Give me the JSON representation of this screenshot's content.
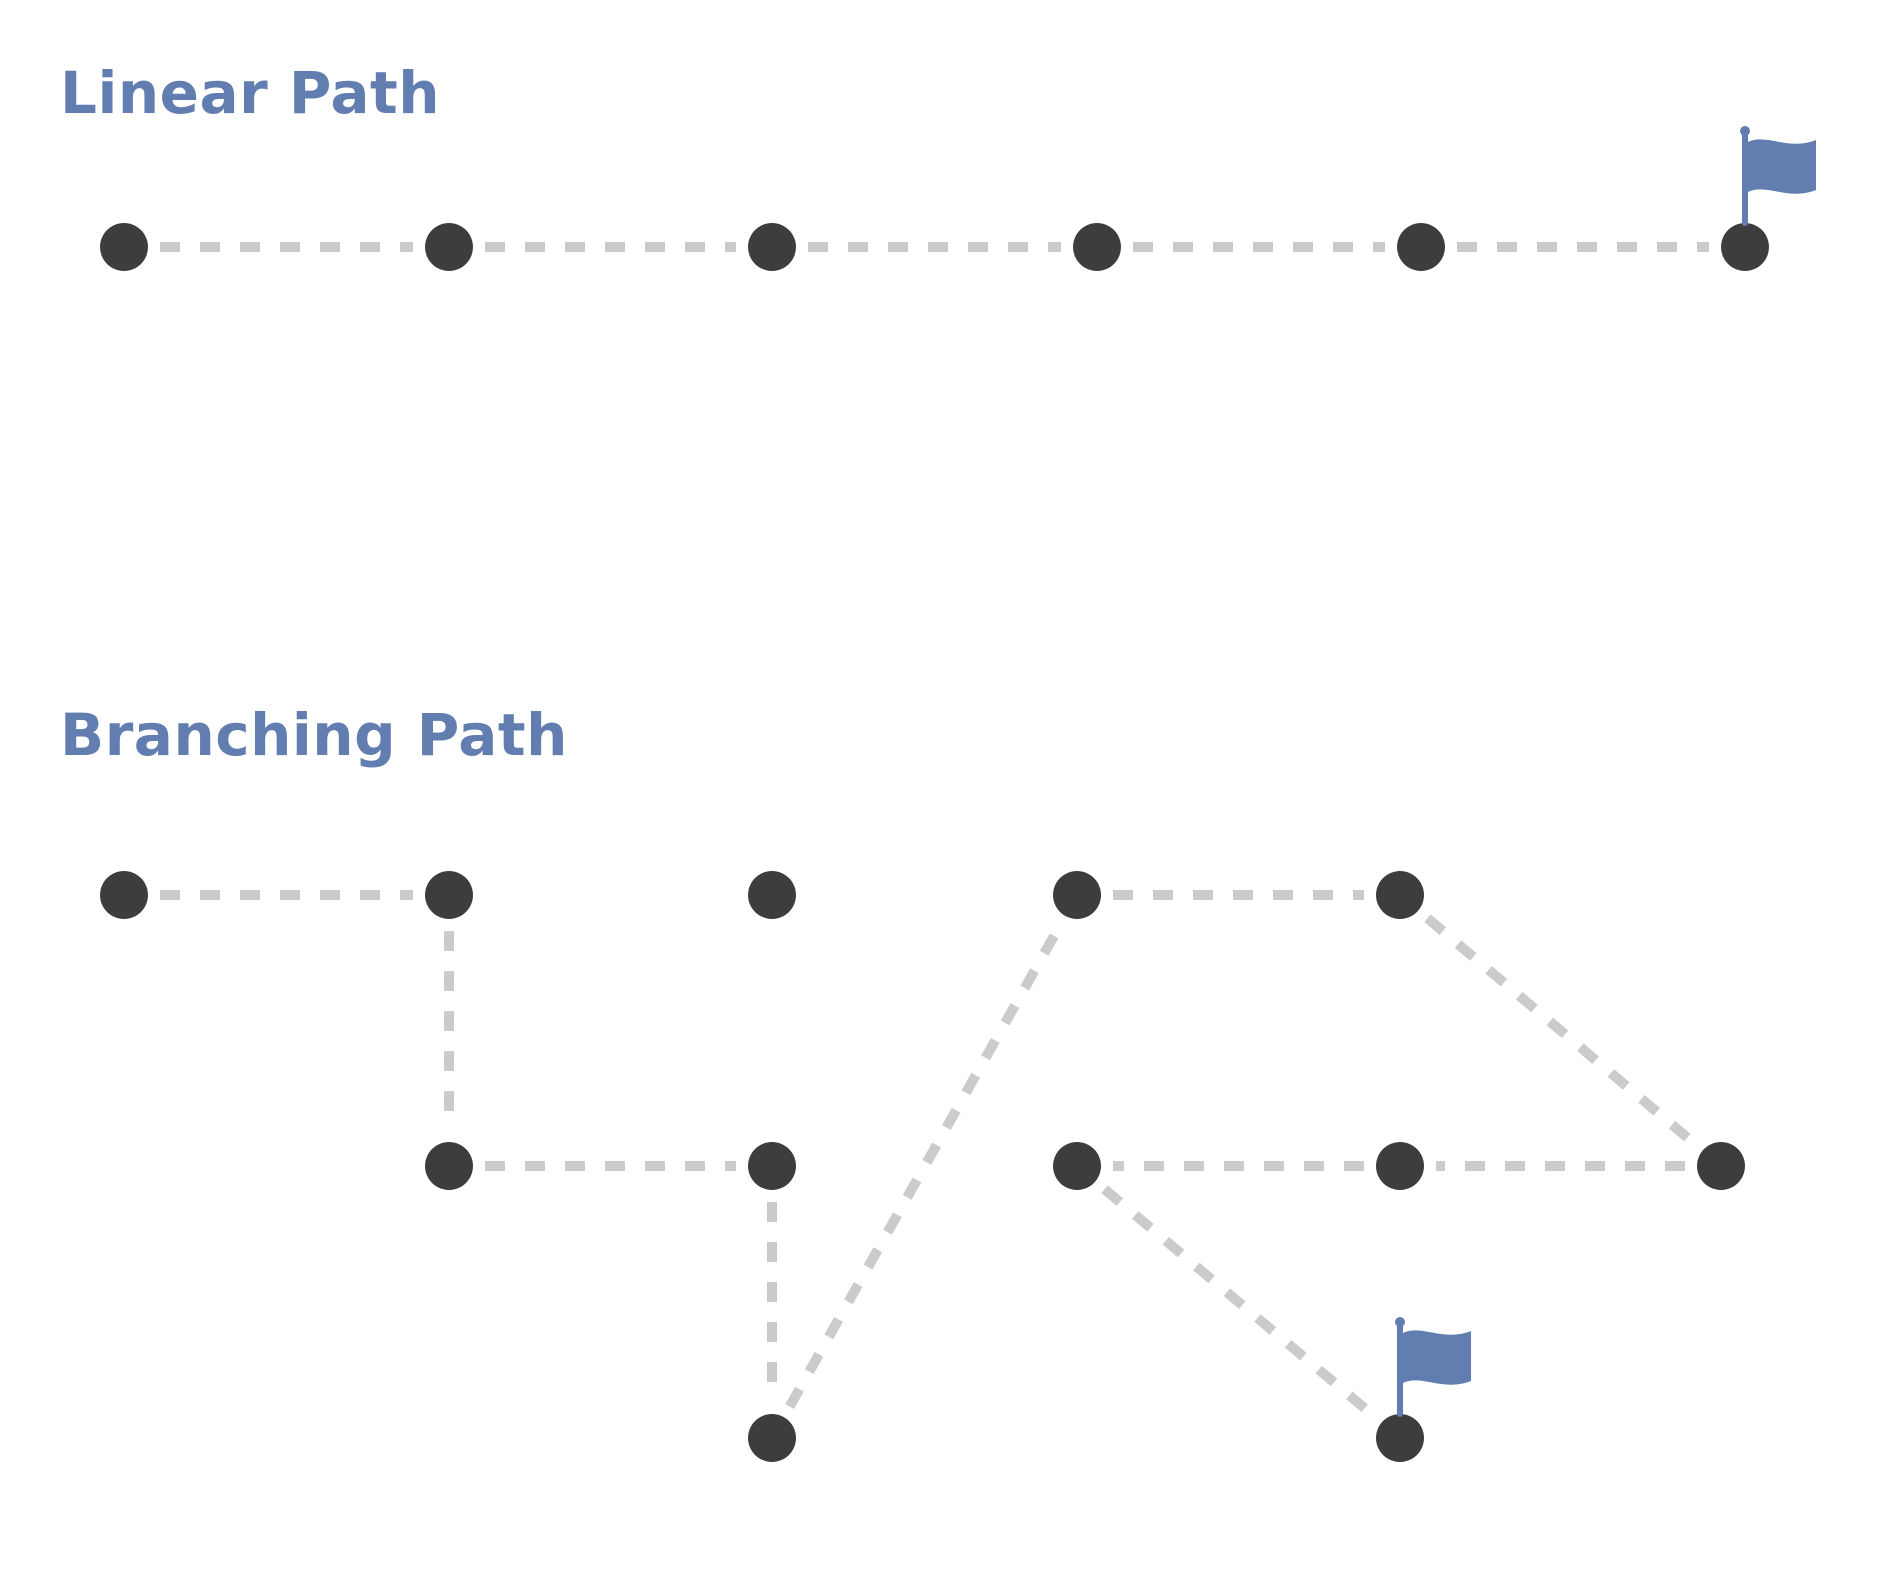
{
  "colors": {
    "title": "#627daf",
    "node": "#3d3d3d",
    "edge": "#cbcbcb",
    "flag": "#627daf"
  },
  "sections": [
    {
      "id": "linear",
      "title": "Linear Path",
      "nodes": [
        "a",
        "b",
        "c",
        "d",
        "e",
        "f"
      ],
      "edges": [
        [
          "a",
          "b"
        ],
        [
          "b",
          "c"
        ],
        [
          "c",
          "d"
        ],
        [
          "d",
          "e"
        ],
        [
          "e",
          "f"
        ]
      ],
      "flag_node": "f",
      "flag_icon": "flag-icon"
    },
    {
      "id": "branching",
      "title": "Branching Path",
      "nodes": [
        "a",
        "b",
        "c",
        "d",
        "e",
        "f",
        "g",
        "h",
        "i",
        "j",
        "k",
        "l"
      ],
      "edges": [
        [
          "a",
          "b"
        ],
        [
          "b",
          "e"
        ],
        [
          "e",
          "f"
        ],
        [
          "f",
          "i"
        ],
        [
          "i",
          "d"
        ],
        [
          "d",
          "k"
        ],
        [
          "k",
          "l"
        ],
        [
          "l",
          "h"
        ],
        [
          "h",
          "g"
        ],
        [
          "g",
          "j"
        ]
      ],
      "flag_node": "j",
      "flag_icon": "flag-icon"
    }
  ]
}
